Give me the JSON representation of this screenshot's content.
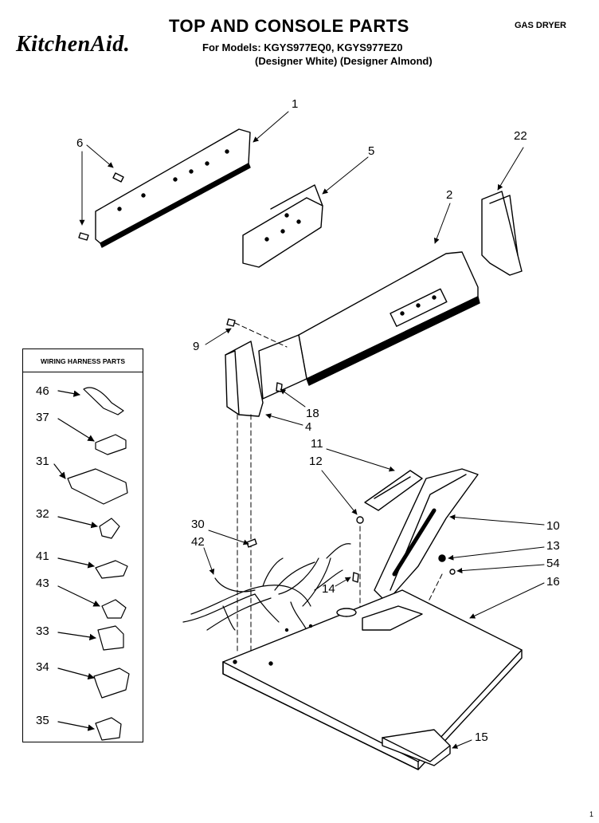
{
  "header": {
    "brand": "KitchenAid.",
    "title": "TOP AND CONSOLE PARTS",
    "models_line": "For Models: KGYS977EQ0, KGYS977EZ0",
    "variants_line": "(Designer White) (Designer Almond)",
    "product_type": "GAS DRYER"
  },
  "legend": {
    "title": "WIRING HARNESS PARTS"
  },
  "callouts": {
    "c1": "1",
    "c2": "2",
    "c4": "4",
    "c5": "5",
    "c6": "6",
    "c9": "9",
    "c10": "10",
    "c11": "11",
    "c12": "12",
    "c13": "13",
    "c14": "14",
    "c15": "15",
    "c16": "16",
    "c18": "18",
    "c22": "22",
    "c30": "30",
    "c42": "42",
    "c54": "54",
    "h46": "46",
    "h37": "37",
    "h31": "31",
    "h32": "32",
    "h41": "41",
    "h43": "43",
    "h33": "33",
    "h34": "34",
    "h35": "35"
  },
  "footer": {
    "page_number": "1"
  }
}
